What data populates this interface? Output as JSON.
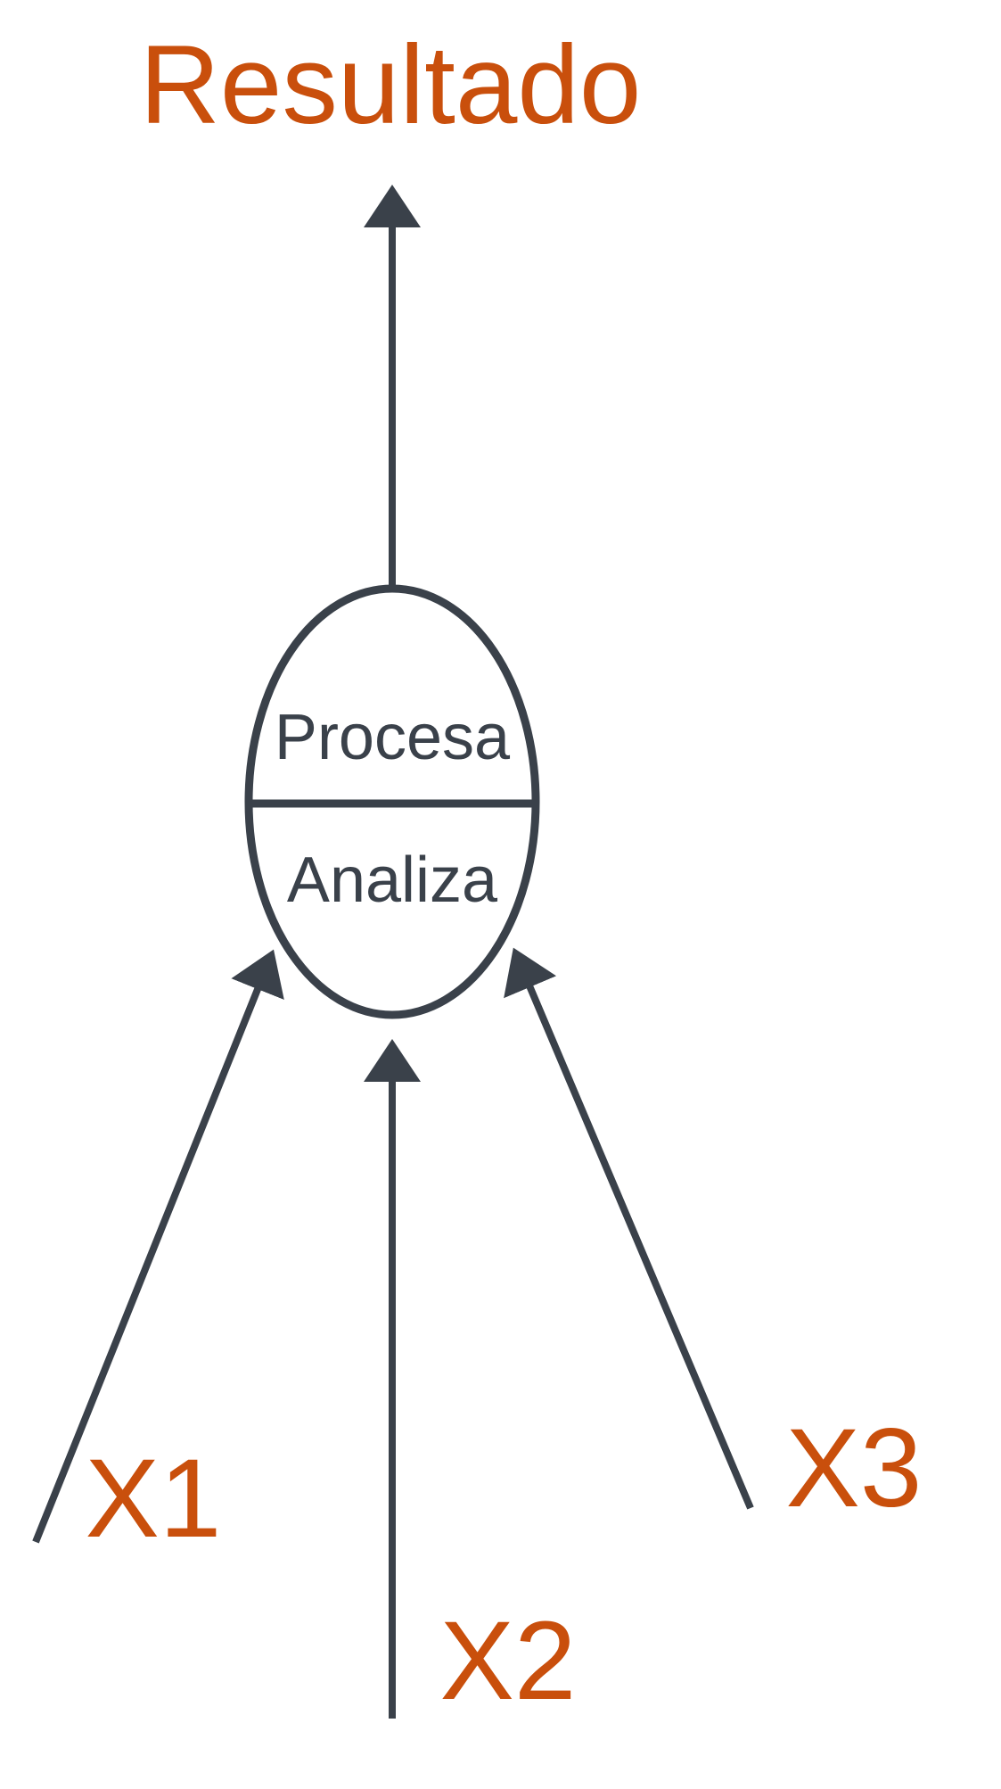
{
  "output": {
    "label": "Resultado"
  },
  "process": {
    "top_label": "Procesa",
    "bottom_label": "Analiza"
  },
  "inputs": [
    {
      "label": "X1"
    },
    {
      "label": "X2"
    },
    {
      "label": "X3"
    }
  ],
  "colors": {
    "label_orange": "#c94f0c",
    "stroke_dark": "#3a414a",
    "background": "#ffffff"
  }
}
